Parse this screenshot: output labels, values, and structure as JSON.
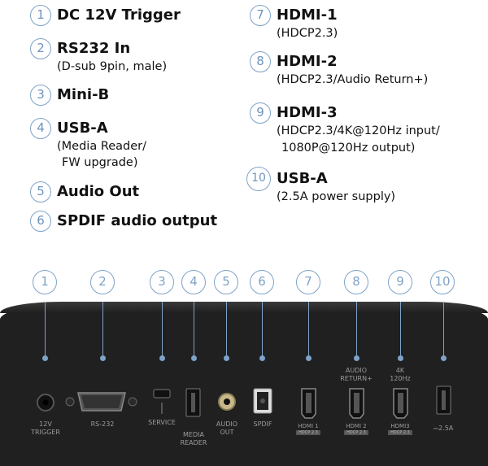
{
  "legend": {
    "items": [
      {
        "num": "1",
        "title": "DC 12V Trigger",
        "sub": []
      },
      {
        "num": "2",
        "title": "RS232 In",
        "sub": [
          "(D-sub 9pin, male)"
        ]
      },
      {
        "num": "3",
        "title": "Mini-B",
        "sub": []
      },
      {
        "num": "4",
        "title": "USB-A",
        "sub": [
          "(Media Reader/",
          "FW upgrade)"
        ]
      },
      {
        "num": "5",
        "title": "Audio Out",
        "sub": []
      },
      {
        "num": "6",
        "title": "SPDIF audio output",
        "sub": []
      },
      {
        "num": "7",
        "title": "HDMI-1",
        "sub": [
          "(HDCP2.3)"
        ]
      },
      {
        "num": "8",
        "title": "HDMI-2",
        "sub": [
          "(HDCP2.3/Audio Return+)"
        ]
      },
      {
        "num": "9",
        "title": "HDMI-3",
        "sub": [
          "(HDCP2.3/4K@120Hz input/",
          "1080P@120Hz output)"
        ]
      },
      {
        "num": "10",
        "title": "USB-A",
        "sub": [
          "(2.5A power supply)"
        ]
      }
    ]
  },
  "panel": {
    "ports": [
      {
        "num": "1",
        "label": "12V\nTRIGGER",
        "icon": "trigger-jack-icon"
      },
      {
        "num": "2",
        "label": "RS-232",
        "icon": "dsub-port-icon"
      },
      {
        "num": "3",
        "label": "SERVICE",
        "icon": "mini-usb-port-icon"
      },
      {
        "num": "4",
        "label": "MEDIA\nREADER",
        "icon": "usb-a-port-icon"
      },
      {
        "num": "5",
        "label": "AUDIO\nOUT",
        "icon": "audio-jack-icon"
      },
      {
        "num": "6",
        "label": "SPDIF",
        "icon": "optical-port-icon"
      },
      {
        "num": "7",
        "label": "HDMI 1",
        "sub": "HDCP 2.3",
        "icon": "hdmi-port-icon"
      },
      {
        "num": "8",
        "label": "HDMI 2",
        "sub": "HDCP 2.3",
        "top": "AUDIO\nRETURN+",
        "icon": "hdmi-port-icon"
      },
      {
        "num": "9",
        "label": "HDMI3",
        "sub": "HDCP 2.3",
        "top": "4K\n120Hz",
        "icon": "hdmi-port-icon"
      },
      {
        "num": "10",
        "label": "⎓2.5A",
        "icon": "usb-a-port-icon"
      }
    ]
  }
}
